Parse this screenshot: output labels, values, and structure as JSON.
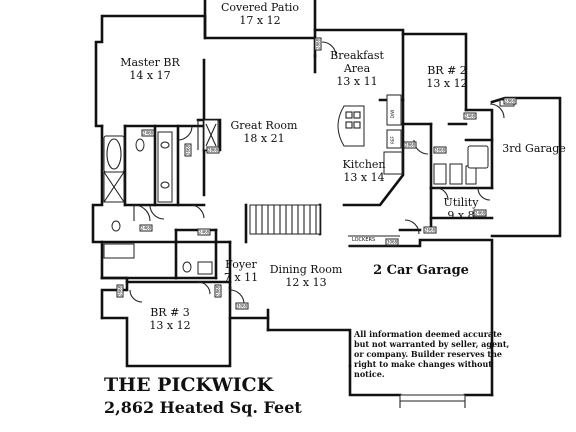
{
  "plan": {
    "name": "THE PICKWICK",
    "heated_area": "2,862 Heated Sq. Feet",
    "disclaimer": [
      "All information deemed accurate",
      "but not warranted by seller, agent,",
      "or company.  Builder reserves the",
      "right to make changes without",
      "notice."
    ]
  },
  "rooms": {
    "covered_patio": {
      "name": "Covered Patio",
      "size": "17 x 12"
    },
    "master_br": {
      "name": "Master BR",
      "size": "14 x 17"
    },
    "breakfast": {
      "name": "Breakfast",
      "name2": "Area",
      "size": "13 x 11"
    },
    "br2": {
      "name": "BR # 2",
      "size": "13 x 12"
    },
    "great_room": {
      "name": "Great Room",
      "size": "18 x 21"
    },
    "third_garage": {
      "name": "3rd Garage"
    },
    "kitchen": {
      "name": "Kitchen",
      "size": "13 x 14"
    },
    "utility": {
      "name": "Utility",
      "size": "9 x 8"
    },
    "two_car_garage": {
      "name": "2 Car Garage"
    },
    "foyer": {
      "name": "Foyer",
      "size": "7 x 11"
    },
    "dining_room": {
      "name": "Dining Room",
      "size": "12 x 13"
    },
    "br3": {
      "name": "BR # 3",
      "size": "13 x 12"
    }
  },
  "tags": {
    "door_2868": "2868",
    "door_2668": "2668",
    "door_2468": "2468",
    "door_3068": "3068",
    "lockers": "LOCKERS",
    "dw": "D/W",
    "ref": "REF"
  }
}
